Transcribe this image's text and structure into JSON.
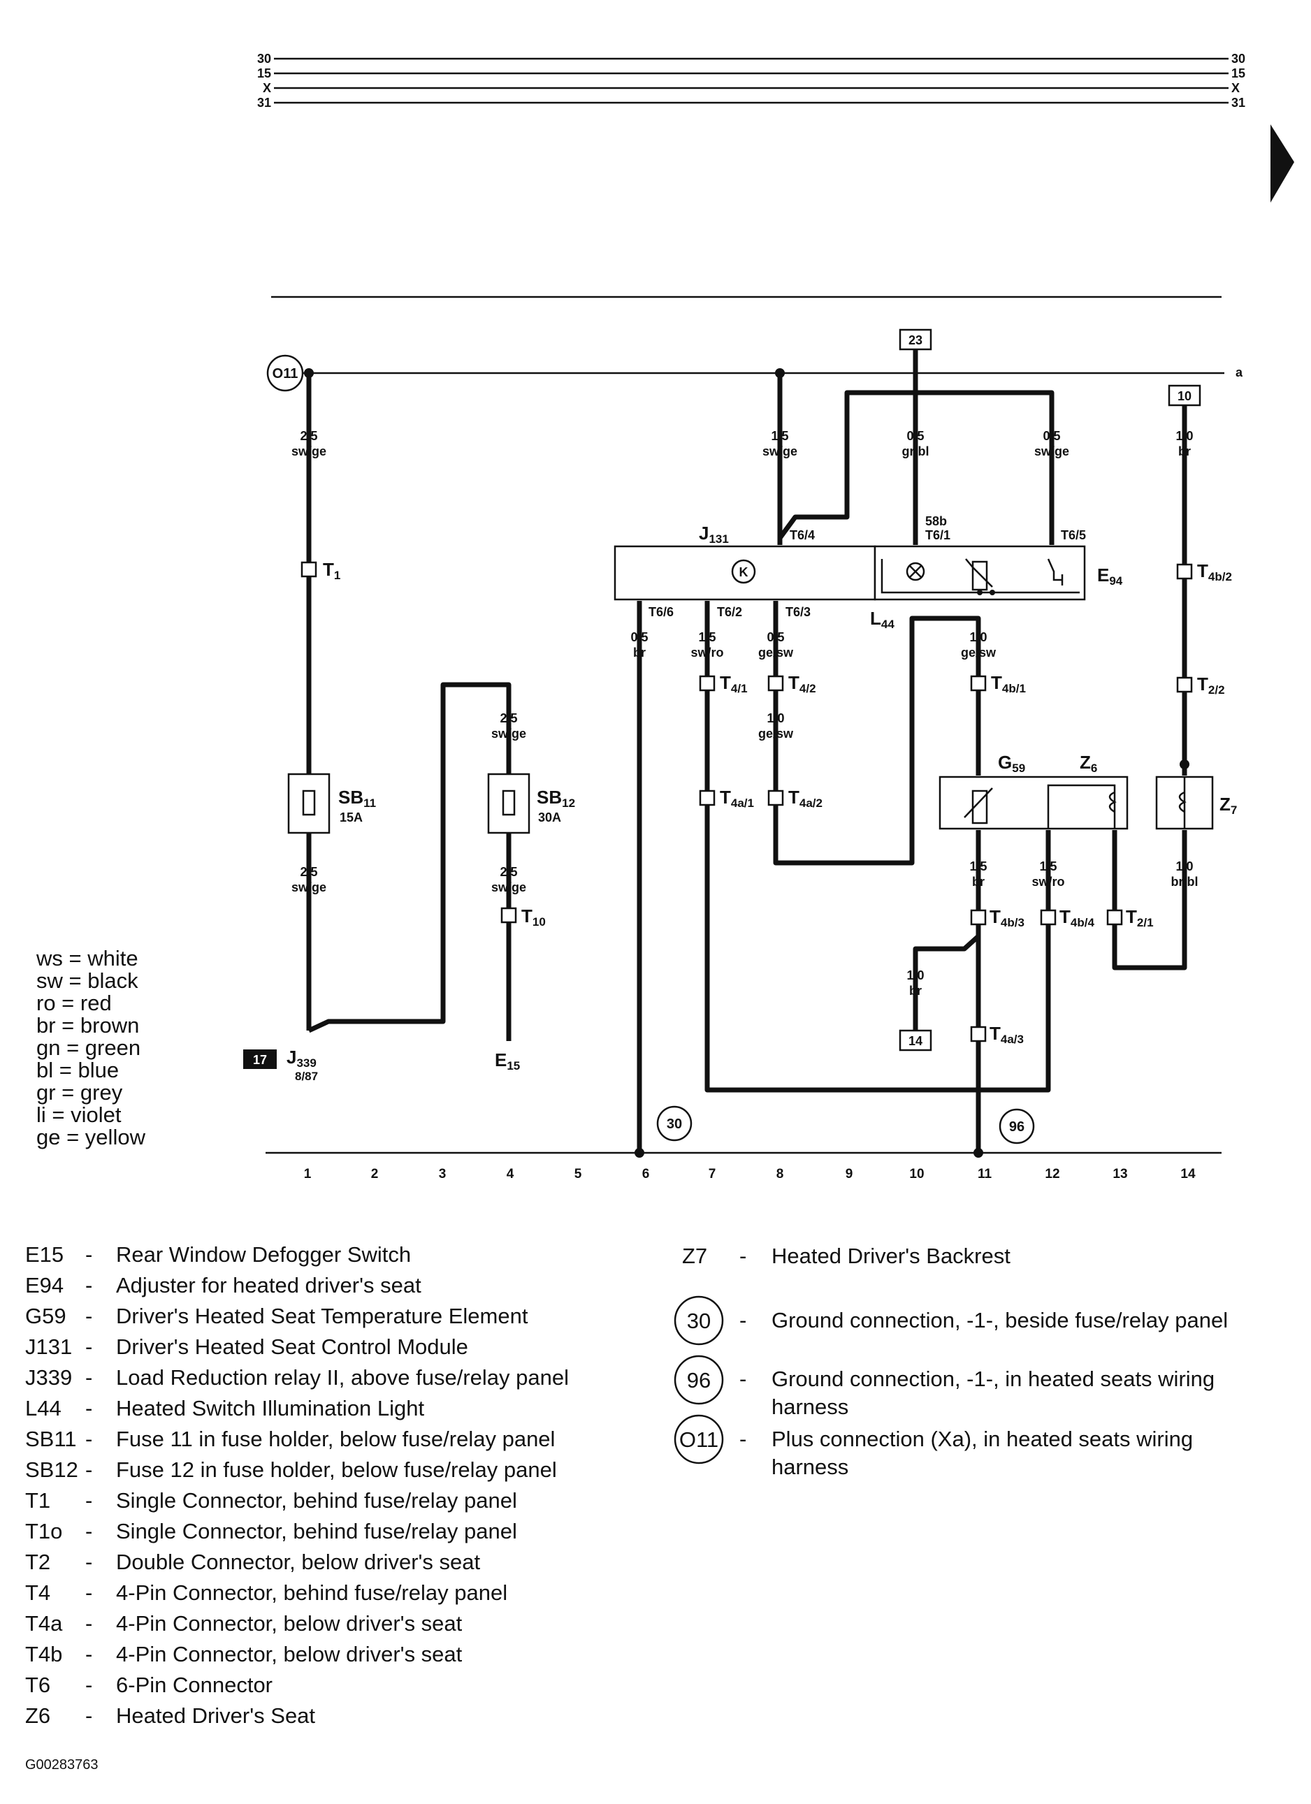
{
  "buses": [
    "30",
    "15",
    "X",
    "31"
  ],
  "bus_line_a": "a",
  "ground_points": [
    "O11",
    "30",
    "96"
  ],
  "ref_boxes": [
    "23",
    "10",
    "14"
  ],
  "black_ref": "17",
  "columns": [
    "1",
    "2",
    "3",
    "4",
    "5",
    "6",
    "7",
    "8",
    "9",
    "10",
    "11",
    "12",
    "13",
    "14"
  ],
  "components": {
    "J131": {
      "main": "J",
      "sub": "131"
    },
    "E94": {
      "main": "E",
      "sub": "94"
    },
    "L44": {
      "main": "L",
      "sub": "44"
    },
    "G59": {
      "main": "G",
      "sub": "59"
    },
    "Z6": {
      "main": "Z",
      "sub": "6"
    },
    "Z7": {
      "main": "Z",
      "sub": "7"
    },
    "SB11": {
      "main": "SB",
      "sub": "11",
      "rating": "15A"
    },
    "SB12": {
      "main": "SB",
      "sub": "12",
      "rating": "30A"
    },
    "E15": {
      "main": "E",
      "sub": "15"
    },
    "J339": {
      "main": "J",
      "sub": "339",
      "pin": "8/87"
    },
    "relay_symbol": "K"
  },
  "wire_labels": [
    {
      "size": "2,5",
      "color": "sw/ge"
    },
    {
      "size": "2,5",
      "color": "sw/ge"
    },
    {
      "size": "2,5",
      "color": "sw/ge"
    },
    {
      "size": "2,5",
      "color": "sw/ge"
    },
    {
      "size": "1,5",
      "color": "sw/ge"
    },
    {
      "size": "0,5",
      "color": "gr/bl"
    },
    {
      "size": "0,5",
      "color": "sw/ge"
    },
    {
      "size": "1,0",
      "color": "br"
    },
    {
      "size": "0,5",
      "color": "br"
    },
    {
      "size": "1,5",
      "color": "sw/ro"
    },
    {
      "size": "0,5",
      "color": "ge/sw"
    },
    {
      "size": "1,0",
      "color": "ge/sw"
    },
    {
      "size": "1,0",
      "color": "ge/sw"
    },
    {
      "size": "1,5",
      "color": "br"
    },
    {
      "size": "1,5",
      "color": "sw/ro"
    },
    {
      "size": "1,0",
      "color": "br/bl"
    },
    {
      "size": "1,0",
      "color": "br"
    }
  ],
  "pin_labels": [
    "T6/4",
    "58b",
    "T6/1",
    "T6/5",
    "T6/6",
    "T6/2",
    "T6/3"
  ],
  "connectors": [
    {
      "main": "T",
      "sub": "1"
    },
    {
      "main": "T",
      "sub": "10"
    },
    {
      "main": "T",
      "sub": "4/1"
    },
    {
      "main": "T",
      "sub": "4/2"
    },
    {
      "main": "T",
      "sub": "4a/1"
    },
    {
      "main": "T",
      "sub": "4a/2"
    },
    {
      "main": "T",
      "sub": "4a/3"
    },
    {
      "main": "T",
      "sub": "4b/1"
    },
    {
      "main": "T",
      "sub": "4b/2"
    },
    {
      "main": "T",
      "sub": "4b/3"
    },
    {
      "main": "T",
      "sub": "4b/4"
    },
    {
      "main": "T",
      "sub": "2/1"
    },
    {
      "main": "T",
      "sub": "2/2"
    }
  ],
  "color_legend": [
    "ws = white",
    "sw = black",
    "ro  = red",
    "br  = brown",
    "gn  = green",
    "bl  = blue",
    "gr  = grey",
    "li   = violet",
    "ge  = yellow"
  ],
  "legend_left": [
    {
      "code": "E15",
      "desc": "Rear Window Defogger Switch"
    },
    {
      "code": "E94",
      "desc": "Adjuster for heated driver's seat"
    },
    {
      "code": "G59",
      "desc": "Driver's Heated Seat Temperature Element"
    },
    {
      "code": "J131",
      "desc": "Driver's Heated Seat Control Module"
    },
    {
      "code": "J339",
      "desc": "Load Reduction relay II, above fuse/relay panel"
    },
    {
      "code": "L44",
      "desc": "Heated Switch Illumination Light"
    },
    {
      "code": "SB11",
      "desc": "Fuse 11 in fuse holder, below fuse/relay panel"
    },
    {
      "code": "SB12",
      "desc": "Fuse 12 in fuse holder, below fuse/relay panel"
    },
    {
      "code": "T1",
      "desc": "Single Connector, behind fuse/relay panel"
    },
    {
      "code": "T1o",
      "desc": "Single Connector, behind fuse/relay panel"
    },
    {
      "code": "T2",
      "desc": "Double Connector, below driver's seat"
    },
    {
      "code": "T4",
      "desc": "4-Pin Connector, behind fuse/relay panel"
    },
    {
      "code": "T4a",
      "desc": "4-Pin Connector, below driver's seat"
    },
    {
      "code": "T4b",
      "desc": "4-Pin Connector, below driver's seat"
    },
    {
      "code": "T6",
      "desc": "6-Pin Connector"
    },
    {
      "code": "Z6",
      "desc": "Heated Driver's Seat"
    }
  ],
  "legend_right": [
    {
      "code": "Z7",
      "desc": "Heated Driver's Backrest"
    },
    {
      "code": "30",
      "desc": "Ground connection, -1-, beside fuse/relay panel"
    },
    {
      "code": "96",
      "desc": "Ground connection, -1-, in heated seats wiring",
      "desc2": "harness"
    },
    {
      "code": "O11",
      "desc": "Plus connection (Xa), in heated seats wiring",
      "desc2": "harness"
    }
  ],
  "legend_dash": "-",
  "image_code": "G00283763"
}
